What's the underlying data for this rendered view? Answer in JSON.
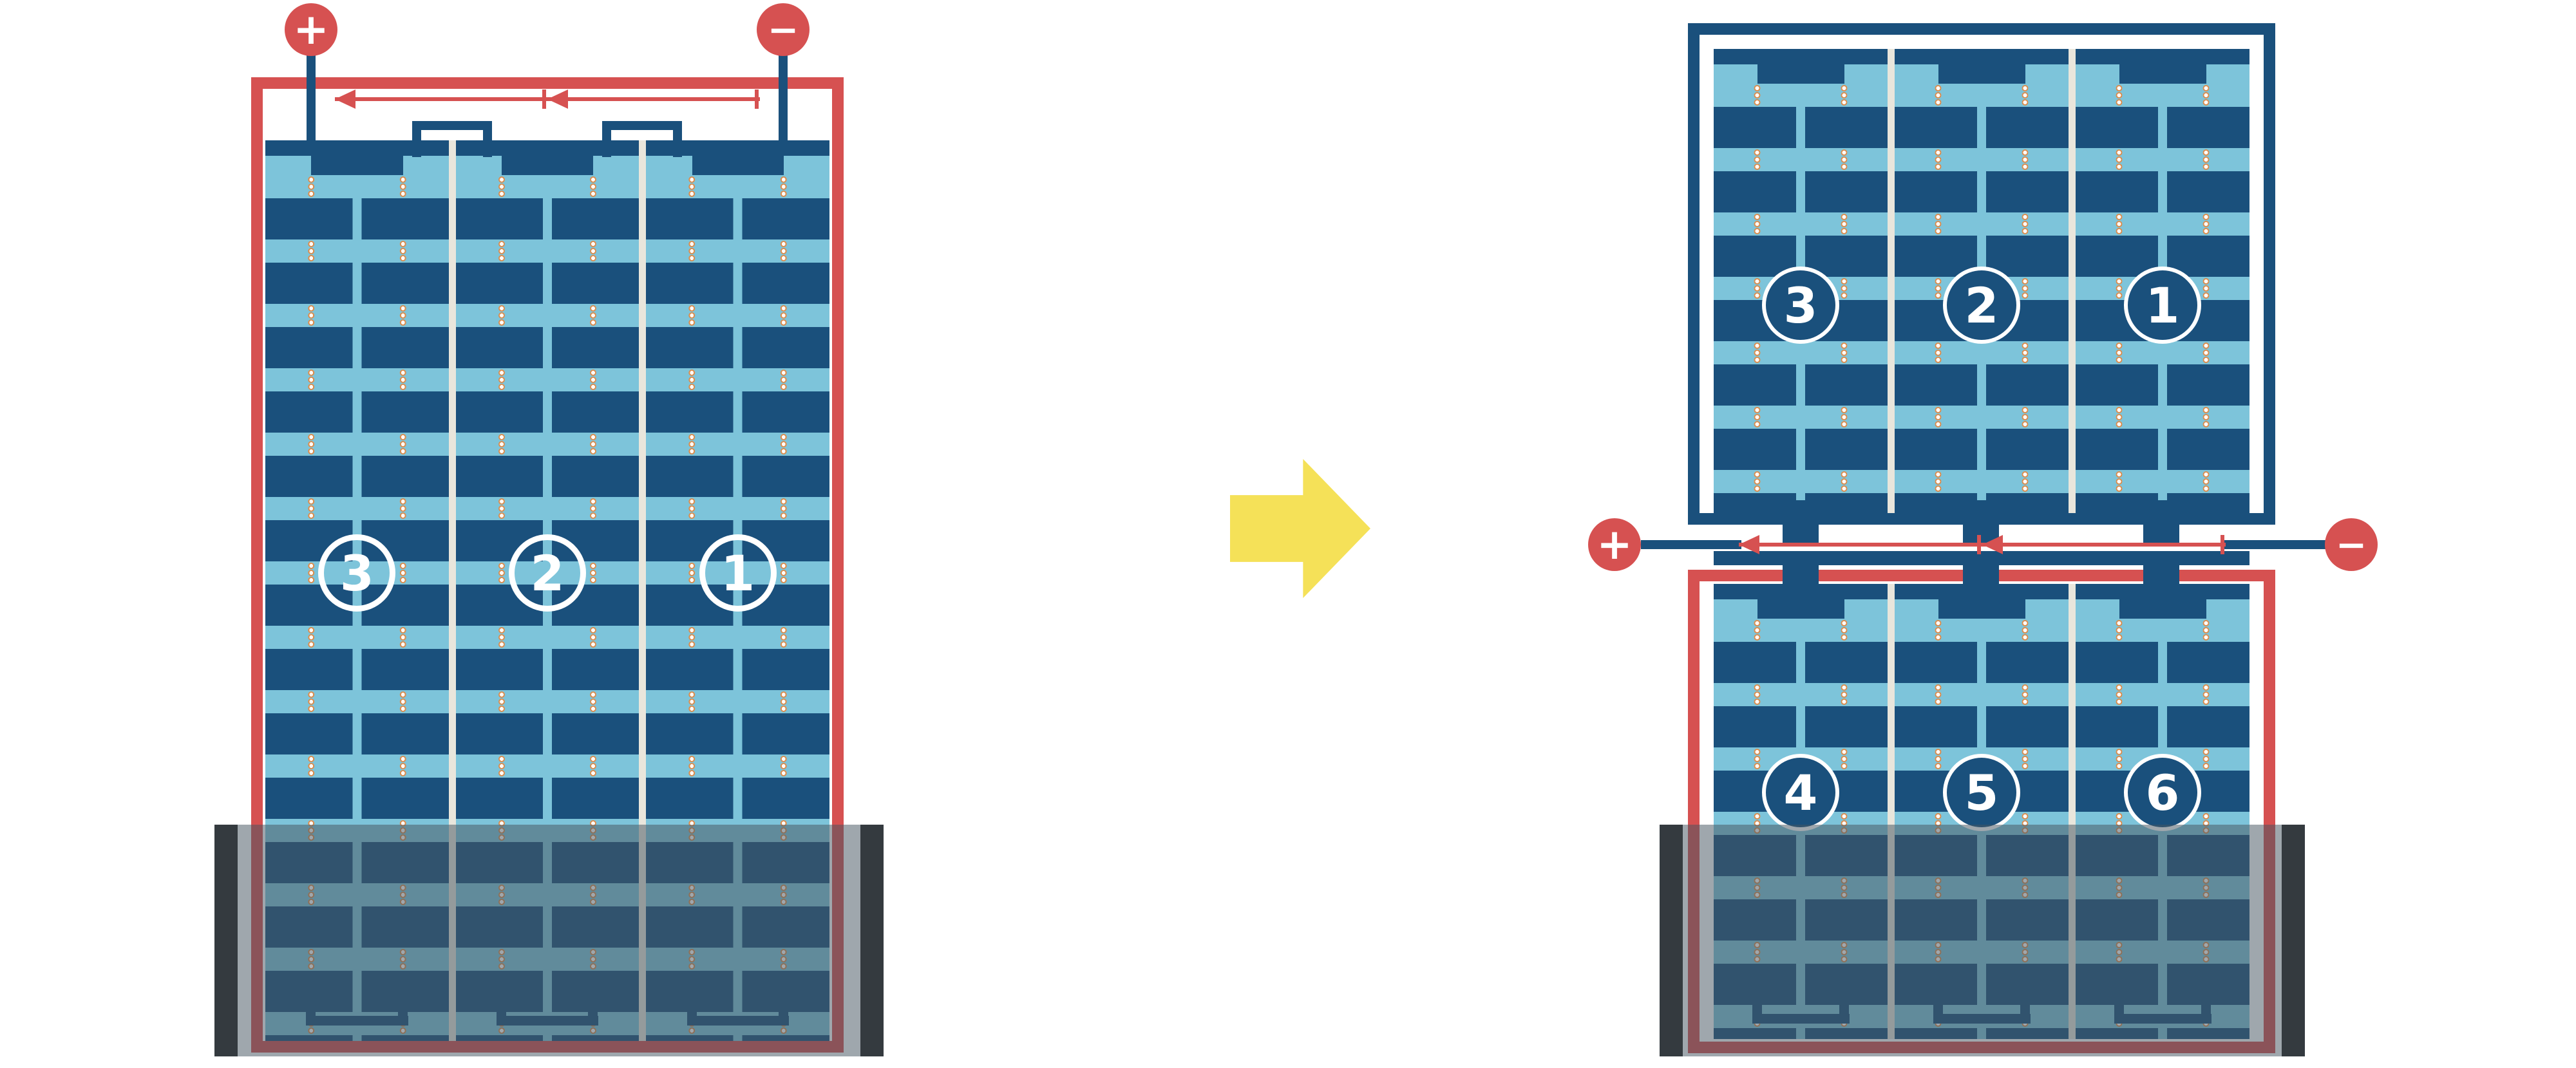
{
  "colors": {
    "frame_red": "#d65151",
    "frame_navy": "#1a507c",
    "cell_light_blue": "#7dc4da",
    "cell_navy": "#1a507c",
    "transform_arrow_yellow": "#f5e158",
    "shade_overlay": "rgba(71,86,97,0.52)",
    "shade_edge_bar": "#343a3f",
    "terminal_red": "#d65151"
  },
  "before_module": {
    "positive_terminal": "+",
    "negative_terminal": "−",
    "string_labels": [
      "3",
      "2",
      "1"
    ]
  },
  "after_module": {
    "positive_terminal": "+",
    "negative_terminal": "−",
    "top_string_labels": [
      "3",
      "2",
      "1"
    ],
    "bottom_string_labels": [
      "4",
      "5",
      "6"
    ]
  }
}
